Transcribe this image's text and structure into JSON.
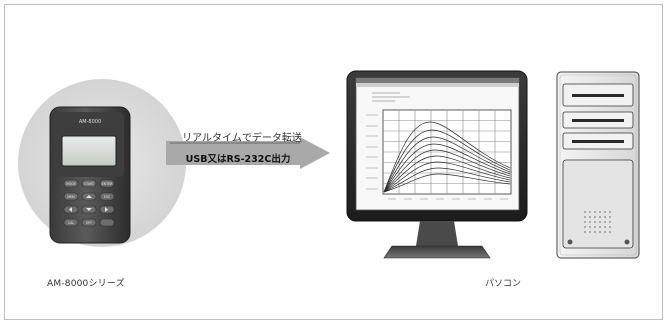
{
  "device": {
    "brand_label": "AM-8000",
    "caption": "AM-8000シリーズ",
    "key_labels": [
      "MODE",
      "START",
      "ENTER",
      "MEM",
      "ESC",
      "CAL",
      "OFF"
    ]
  },
  "transfer": {
    "top_text": "リアルタイムでデータ転送",
    "bottom_text": "USB又はRS-232C出力"
  },
  "pc": {
    "caption": "パソコン"
  },
  "colors": {
    "arrow": "#a9a9a9",
    "device_body": "#4a4a4a",
    "circle": "#dcdcdc"
  }
}
